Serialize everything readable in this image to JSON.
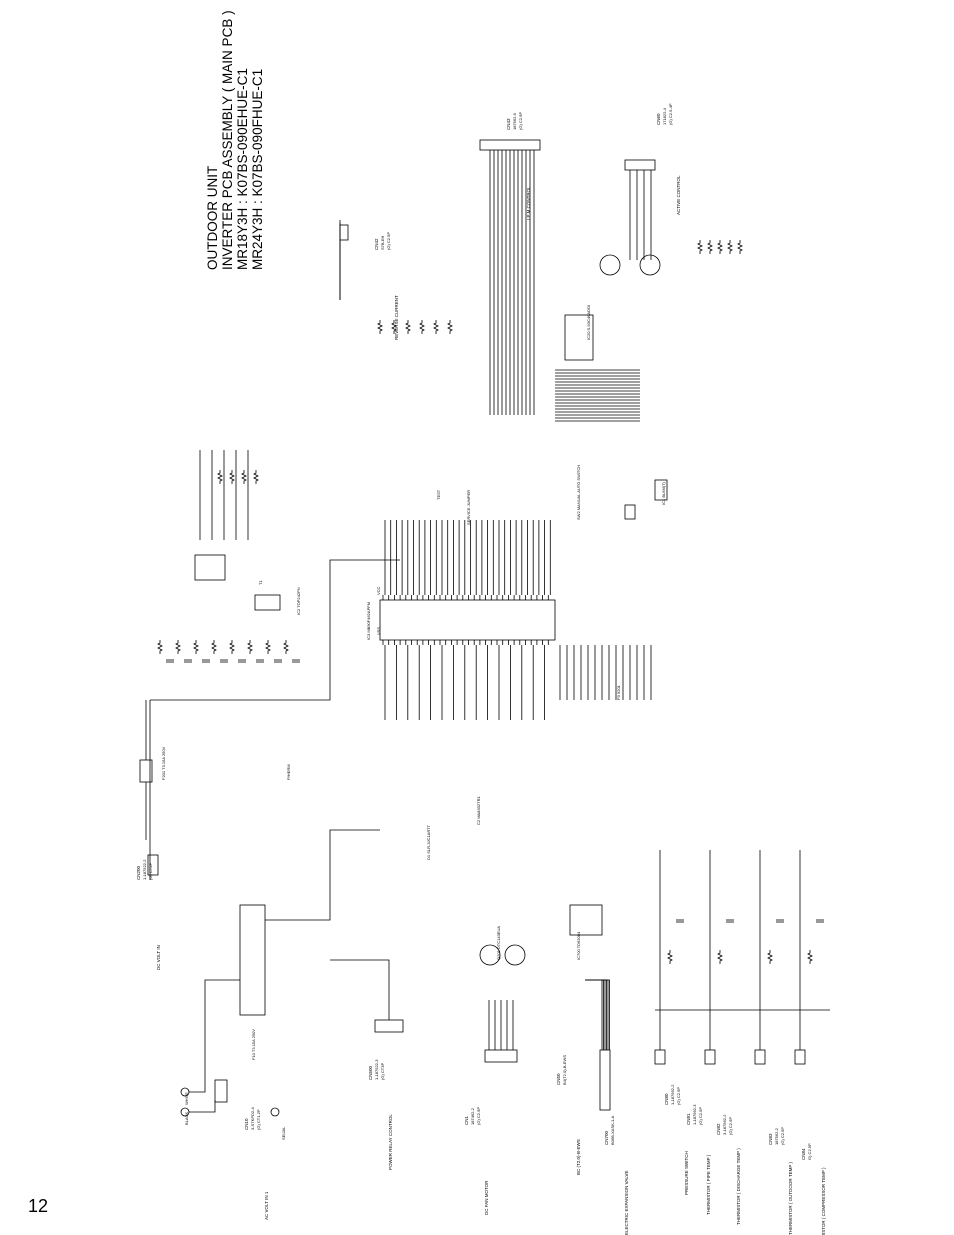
{
  "page_number": "12",
  "title": {
    "line1": "OUTDOOR UNIT",
    "line2": "INVERTER PCB ASSEMBLY ( MAIN PCB )",
    "line3": "MR18Y3H : K07BS-090EHUE-C1",
    "line4": "MR24Y3H : K07BS-090FHUE-C1"
  },
  "connectors": [
    {
      "ref": "CN10",
      "desc": "3-STKPD2-4",
      "spec": "(G) CT1-2P",
      "label": "AC VOLT IN 1"
    },
    {
      "ref": "CN200",
      "desc": "1-187522-2",
      "spec": "(G) CT2P",
      "label": "DC VOLT IN"
    },
    {
      "ref": "CN500",
      "desc": "1-187522-3",
      "spec": "(G) CT3P",
      "label": "POWER RELAY CONTROL"
    },
    {
      "ref": "CN1",
      "desc": "187462-2",
      "spec": "(G) C2.5P",
      "label": "DC FAN MOTOR"
    },
    {
      "ref": "CN700",
      "desc": "B06B-XASK-1-A",
      "spec": "",
      "label": "ELECTRIC EXPANSION VALVE"
    },
    {
      "ref": "CN50",
      "desc": "B4(T2.0)-B-EWS",
      "spec": "",
      "label": "BC (T2.0)-B-EWS"
    },
    {
      "ref": "CN80",
      "desc": "1-187562-2",
      "spec": "(G) C2.5P",
      "label": "PRESSURE SWITCH"
    },
    {
      "ref": "CN81",
      "desc": "1-187562-3",
      "spec": "(G) C2.5P",
      "label": "THERMISTOR ( PIPE TEMP )"
    },
    {
      "ref": "CN82",
      "desc": "3-187562-2",
      "spec": "(G) C2.5P",
      "label": "THERMISTOR ( DISCHARGE TEMP )"
    },
    {
      "ref": "CN83",
      "desc": "187562-2",
      "spec": "(G) C2.5P",
      "label": "THERMISTOR ( OUTDOOR TEMP )"
    },
    {
      "ref": "CN84",
      "desc": "G) C2.5P",
      "spec": "",
      "label": "THERMISTOR ( COMPRESSOR TEMP )"
    },
    {
      "ref": "CN42",
      "desc": "S7B-EH",
      "spec": "(G) C2.5P",
      "label": "REVERSE CURRENT"
    },
    {
      "ref": "CN43",
      "desc": "187562-9",
      "spec": "(G) C2.5P",
      "label": "I P M CONTROL"
    },
    {
      "ref": "CN60",
      "desc": "171822-4",
      "spec": "(G) C2.5-4P",
      "label": "ACTIVE CONTROL"
    }
  ],
  "components": [
    "IC3 MB90F462APFM",
    "T1",
    "IC2 TOP242PN",
    "IC20 S-93C46ADOI",
    "IC700 TD62004",
    "IC1 BL6M(T)",
    "D1 SLR-3JC1ARTT",
    "C2 MA8332TR1",
    "Q201 DTC143EUA",
    "SW2 MANUAL AUTO SWITCH",
    "SERVICE JUMPER",
    "TEST"
  ],
  "misc_labels": [
    "P3 9201",
    "F10 T3.15A 250V",
    "F201 T3.15A 250V",
    "SEIJAL",
    "WHITE",
    "BLACK",
    "VCC",
    "VSS",
    "P/HERM"
  ]
}
